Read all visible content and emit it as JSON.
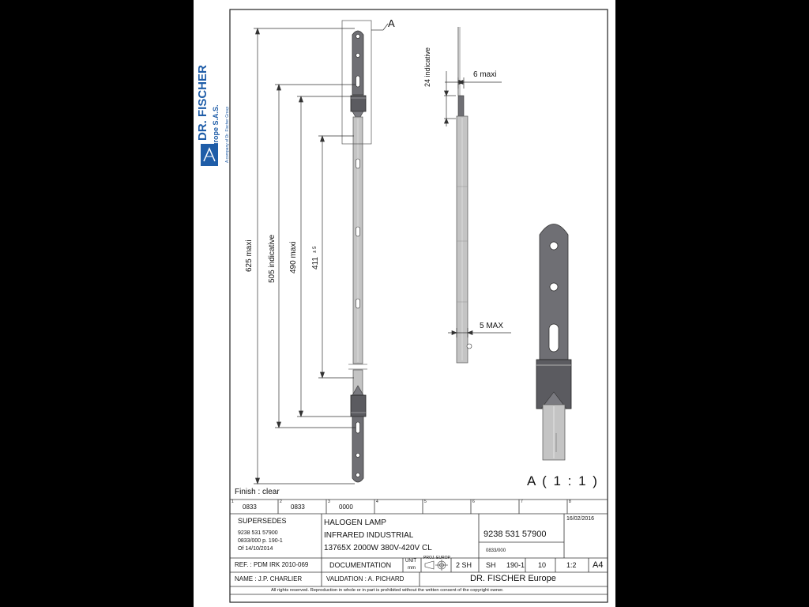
{
  "brand": {
    "name": "DR. FISCHER",
    "subname": "Europe S.A.S.",
    "tagline": "A company of Dr. Fischer Group",
    "color": "#1f5da8"
  },
  "drawing": {
    "label_a": "A",
    "dims": {
      "d625": "625 maxi",
      "d505": "505 indicative",
      "d490": "490 maxi",
      "d411": "411",
      "d411_tol": "± 5",
      "d24": "24 indicative",
      "d6": "6 maxi",
      "d5": "5 MAX"
    },
    "detail_label": "A ( 1 : 1 )",
    "finish": "Finish : clear"
  },
  "title_block": {
    "revisions": [
      {
        "idx": "1",
        "value": "0833"
      },
      {
        "idx": "2",
        "value": "0833"
      },
      {
        "idx": "3",
        "value": "0000"
      },
      {
        "idx": "4",
        "value": ""
      },
      {
        "idx": "5",
        "value": ""
      },
      {
        "idx": "6",
        "value": ""
      },
      {
        "idx": "7",
        "value": ""
      },
      {
        "idx": "8",
        "value": ""
      }
    ],
    "supersedes_label": "SUPERSEDES",
    "supersedes_lines": [
      "9238 531 57900",
      "0833/000 p. 190-1",
      "Of 14/10/2014"
    ],
    "title_lines": [
      "HALOGEN LAMP",
      "INFRARED INDUSTRIAL",
      "13765X 2000W 380V-420V CL"
    ],
    "part_number": "9238 531 57900",
    "sub_ref": "0833/000",
    "date": "16/02/2016",
    "ref": "REF. : PDM IRK 2010-069",
    "documentation": "DOCUMENTATION",
    "unit_label": "UNIT",
    "unit_value": "mm",
    "projection_label": "PROJ. EUROP",
    "sheets": "2 SH",
    "sh": "SH",
    "sh_value": "190-1",
    "ten": "10",
    "scale": "1:2",
    "format": "A4",
    "name": "NAME : J.P. CHARLIER",
    "validation": "VALIDATION : A. PICHARD",
    "company": "DR. FISCHER Europe",
    "copyright": "All rights reserved. Reproduction in whole or in part is prohibited without the written consent of the copyright owner."
  }
}
